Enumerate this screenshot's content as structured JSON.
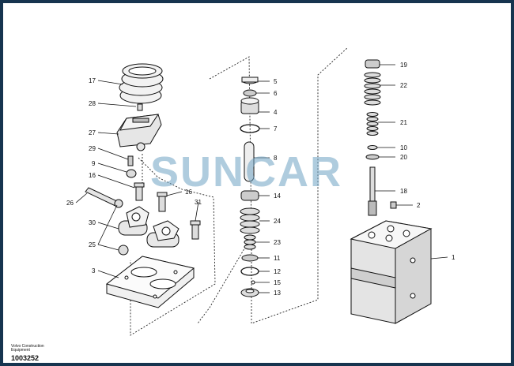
{
  "diagram": {
    "part_numbers": [
      "17",
      "28",
      "27",
      "29",
      "9",
      "16",
      "16",
      "26",
      "31",
      "30",
      "25",
      "3",
      "5",
      "6",
      "4",
      "7",
      "8",
      "14",
      "24",
      "23",
      "11",
      "12",
      "15",
      "13",
      "19",
      "22",
      "21",
      "10",
      "20",
      "18",
      "2",
      "1"
    ]
  },
  "watermark": {
    "text": "SUNCAR",
    "color": "#6fa3c4"
  },
  "footer": {
    "org_line1": "Volvo Construction",
    "org_line2": "Equipment",
    "code": "1003252"
  },
  "colors": {
    "frame": "#16344f"
  }
}
